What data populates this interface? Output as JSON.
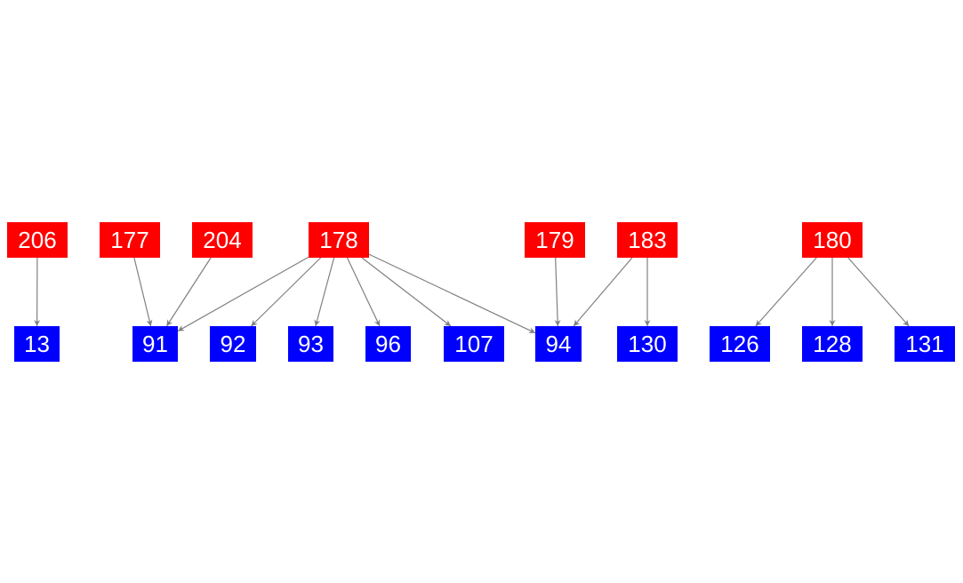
{
  "colors": {
    "source": "#ff0000",
    "target": "#0000ff",
    "edge": "#808080",
    "label": "#ffffff"
  },
  "nodes": [
    {
      "id": "206",
      "label": "206",
      "kind": "source"
    },
    {
      "id": "177",
      "label": "177",
      "kind": "source"
    },
    {
      "id": "204",
      "label": "204",
      "kind": "source"
    },
    {
      "id": "178",
      "label": "178",
      "kind": "source"
    },
    {
      "id": "179",
      "label": "179",
      "kind": "source"
    },
    {
      "id": "183",
      "label": "183",
      "kind": "source"
    },
    {
      "id": "180",
      "label": "180",
      "kind": "source"
    },
    {
      "id": "13",
      "label": "13",
      "kind": "target"
    },
    {
      "id": "91",
      "label": "91",
      "kind": "target"
    },
    {
      "id": "92",
      "label": "92",
      "kind": "target"
    },
    {
      "id": "93",
      "label": "93",
      "kind": "target"
    },
    {
      "id": "96",
      "label": "96",
      "kind": "target"
    },
    {
      "id": "107",
      "label": "107",
      "kind": "target"
    },
    {
      "id": "94",
      "label": "94",
      "kind": "target"
    },
    {
      "id": "130",
      "label": "130",
      "kind": "target"
    },
    {
      "id": "126",
      "label": "126",
      "kind": "target"
    },
    {
      "id": "128",
      "label": "128",
      "kind": "target"
    },
    {
      "id": "131",
      "label": "131",
      "kind": "target"
    }
  ],
  "edges": [
    {
      "from": "206",
      "to": "13"
    },
    {
      "from": "177",
      "to": "91"
    },
    {
      "from": "204",
      "to": "91"
    },
    {
      "from": "178",
      "to": "91"
    },
    {
      "from": "178",
      "to": "92"
    },
    {
      "from": "178",
      "to": "93"
    },
    {
      "from": "178",
      "to": "96"
    },
    {
      "from": "178",
      "to": "107"
    },
    {
      "from": "178",
      "to": "94"
    },
    {
      "from": "179",
      "to": "94"
    },
    {
      "from": "183",
      "to": "94"
    },
    {
      "from": "183",
      "to": "130"
    },
    {
      "from": "180",
      "to": "126"
    },
    {
      "from": "180",
      "to": "128"
    },
    {
      "from": "180",
      "to": "131"
    }
  ]
}
